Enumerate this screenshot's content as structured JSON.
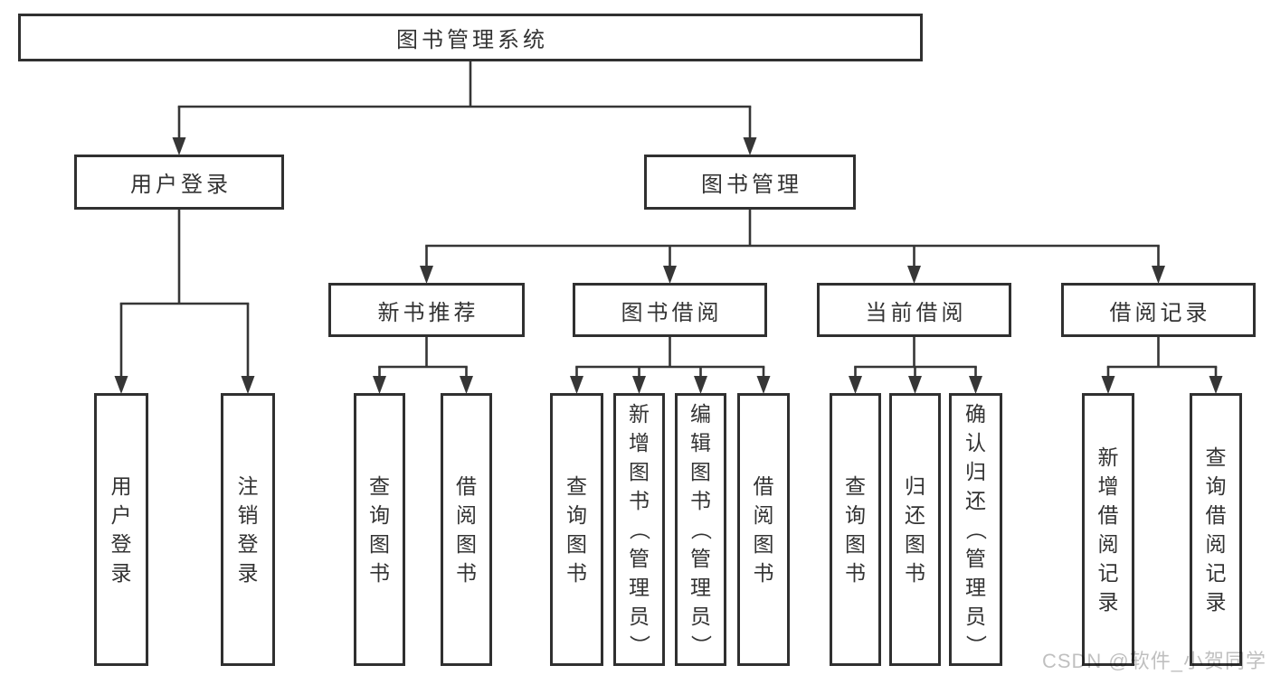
{
  "diagram": {
    "nodes": [
      {
        "id": "root",
        "label": "图书管理系统"
      },
      {
        "id": "user-login",
        "label": "用户登录"
      },
      {
        "id": "book-mgmt",
        "label": "图书管理"
      },
      {
        "id": "leaf-user-login",
        "label": "用户登录"
      },
      {
        "id": "leaf-logout",
        "label": "注销登录"
      },
      {
        "id": "new-book-rec",
        "label": "新书推荐"
      },
      {
        "id": "book-borrow",
        "label": "图书借阅"
      },
      {
        "id": "current-borrow",
        "label": "当前借阅"
      },
      {
        "id": "borrow-records",
        "label": "借阅记录"
      },
      {
        "id": "nbr-query-book",
        "label": "查询图书"
      },
      {
        "id": "nbr-borrow-book",
        "label": "借阅图书"
      },
      {
        "id": "bb-query-book",
        "label": "查询图书"
      },
      {
        "id": "bb-add-book",
        "label": "新增图书（管理员）"
      },
      {
        "id": "bb-edit-book",
        "label": "编辑图书（管理员）"
      },
      {
        "id": "bb-borrow-book",
        "label": "借阅图书"
      },
      {
        "id": "cb-query-book",
        "label": "查询图书"
      },
      {
        "id": "cb-return-book",
        "label": "归还图书"
      },
      {
        "id": "cb-confirm-return",
        "label": "确认归还（管理员）"
      },
      {
        "id": "br-add-record",
        "label": "新增借阅记录"
      },
      {
        "id": "br-query-record",
        "label": "查询借阅记录"
      }
    ],
    "edges": [
      {
        "parent": "root",
        "children": [
          "user-login",
          "book-mgmt"
        ]
      },
      {
        "parent": "user-login",
        "children": [
          "leaf-user-login",
          "leaf-logout"
        ]
      },
      {
        "parent": "book-mgmt",
        "children": [
          "new-book-rec",
          "book-borrow",
          "current-borrow",
          "borrow-records"
        ]
      },
      {
        "parent": "new-book-rec",
        "children": [
          "nbr-query-book",
          "nbr-borrow-book"
        ]
      },
      {
        "parent": "book-borrow",
        "children": [
          "bb-query-book",
          "bb-add-book",
          "bb-edit-book",
          "bb-borrow-book"
        ]
      },
      {
        "parent": "current-borrow",
        "children": [
          "cb-query-book",
          "cb-return-book",
          "cb-confirm-return"
        ]
      },
      {
        "parent": "borrow-records",
        "children": [
          "br-add-record",
          "br-query-record"
        ]
      }
    ]
  },
  "watermark": {
    "text": "CSDN @软件_小贺同学"
  },
  "colors": {
    "background": "#ffffff",
    "line": "#363636",
    "border": "#303030",
    "text": "#333333",
    "watermark": "rgba(0,0,0,0.25)"
  }
}
